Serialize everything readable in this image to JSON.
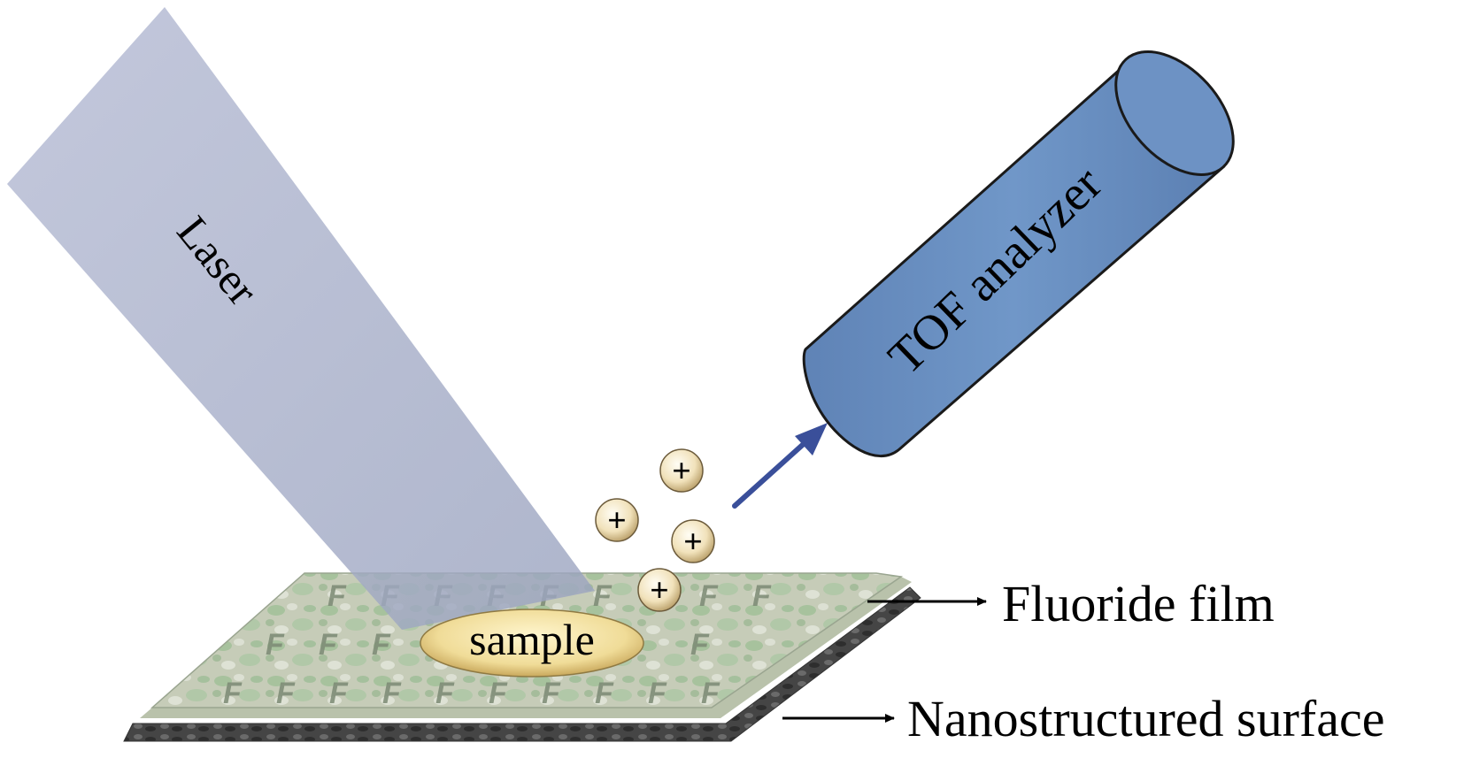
{
  "diagram": {
    "laser_label": "Laser",
    "analyzer_label": "TOF analyzer",
    "sample_label": "sample",
    "fluoride_film_label": "Fluoride film",
    "nanostructured_surface_label": "Nanostructured surface",
    "ion_symbol": "+",
    "film_letter": "F"
  },
  "colors": {
    "laser_beam": "#a9b1cc",
    "analyzer_body": "#6a8fc0",
    "analyzer_outline": "#1a1a1a",
    "arrow": "#3a4f9a",
    "film_top": "#c4ccb4",
    "film_green": "#8fb98a",
    "substrate": "#4a4a4a",
    "sample_fill": "#f0dd9c",
    "ion_fill": "#f3e6c4"
  }
}
